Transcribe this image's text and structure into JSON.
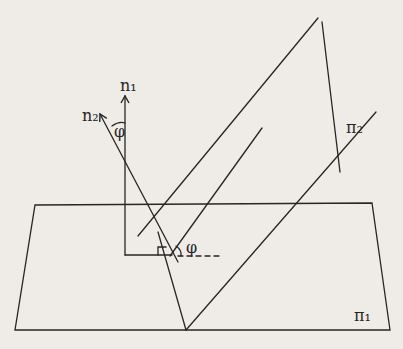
{
  "diagram": {
    "labels": [
      "n₁",
      "n₂",
      "φ",
      "φ",
      "π₂",
      "π₁"
    ]
  }
}
